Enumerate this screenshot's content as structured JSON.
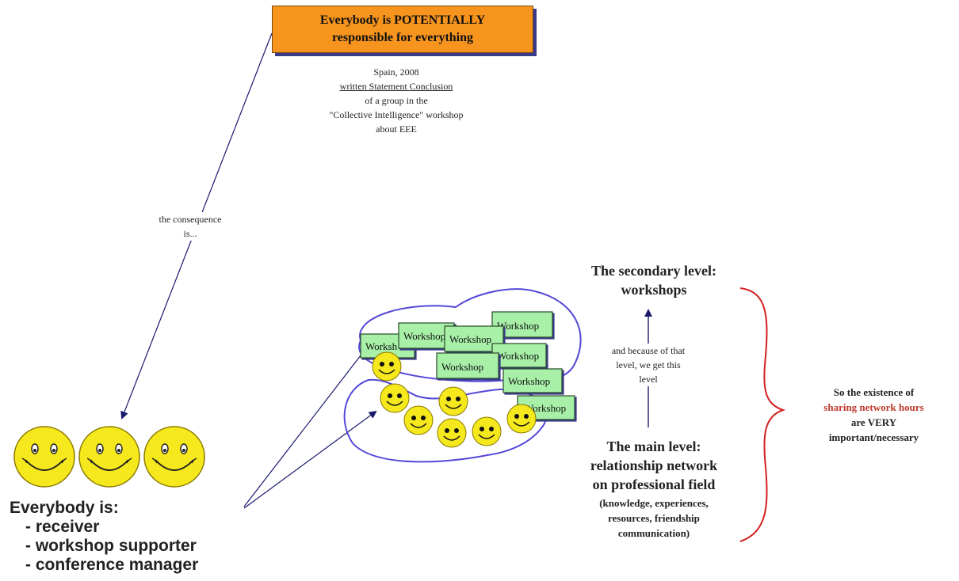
{
  "title_box": {
    "line1": "Everybody is POTENTIALLY",
    "line2": "responsible for everything"
  },
  "source_note": {
    "line1": "Spain, 2008",
    "line2": "written Statement Conclusion",
    "line3": "of a group in the",
    "line4": "\"Collective Intelligence\" workshop",
    "line5": "about EEE"
  },
  "consequence_label": {
    "line1": "the consequence",
    "line2": "is..."
  },
  "everybody": {
    "title": "Everybody is:",
    "roles": [
      "- receiver",
      "- workshop supporter",
      "- conference manager"
    ]
  },
  "secondary_level": {
    "line1": "The secondary level:",
    "line2": "workshops"
  },
  "because_note": {
    "line1": "and because of that",
    "line2": "level, we get this",
    "line3": "level"
  },
  "main_level": {
    "line1": "The main level:",
    "line2": "relationship network",
    "line3": "on professional field",
    "detail1": "(knowledge, experiences,",
    "detail2": "resources, friendship",
    "detail3": "communication)"
  },
  "conclusion": {
    "line1": "So the existence of",
    "line2": "sharing network hours",
    "line3": "are VERY",
    "line4": "important/necessary"
  },
  "workshop_labels": [
    "Worksh",
    "Workshop",
    "Workshop",
    "Workshop",
    "Workshop",
    "Workshop",
    "Workshop",
    "Workshop"
  ],
  "colors": {
    "title_fill": "#f7941d",
    "workshop_fill": "#a8f0a8",
    "smiley_fill": "#f5e81c",
    "loop_stroke": "#5548d8",
    "brace_stroke": "#d42020",
    "arrow_stroke": "#1a1a6e",
    "highlight_text": "#c0392b"
  }
}
